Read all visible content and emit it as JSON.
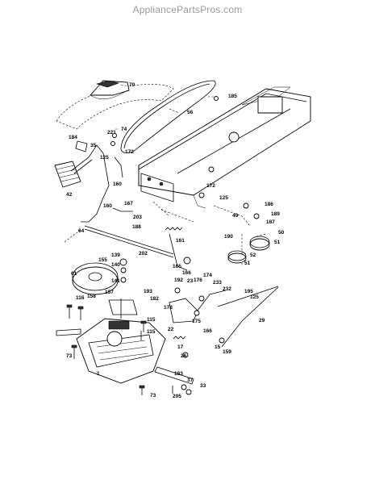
{
  "watermark": "AppliancePartsPros.com",
  "callouts": [
    {
      "n": "70"
    },
    {
      "n": "185"
    },
    {
      "n": "56"
    },
    {
      "n": "74"
    },
    {
      "n": "184"
    },
    {
      "n": "35"
    },
    {
      "n": "172"
    },
    {
      "n": "125"
    },
    {
      "n": "221"
    },
    {
      "n": "42"
    },
    {
      "n": "160"
    },
    {
      "n": "167"
    },
    {
      "n": "160"
    },
    {
      "n": "172"
    },
    {
      "n": "125"
    },
    {
      "n": "188"
    },
    {
      "n": "203"
    },
    {
      "n": "64"
    },
    {
      "n": "49"
    },
    {
      "n": "186"
    },
    {
      "n": "189"
    },
    {
      "n": "187"
    },
    {
      "n": "190"
    },
    {
      "n": "50"
    },
    {
      "n": "51"
    },
    {
      "n": "52"
    },
    {
      "n": "51"
    },
    {
      "n": "161"
    },
    {
      "n": "155"
    },
    {
      "n": "139"
    },
    {
      "n": "202"
    },
    {
      "n": "140"
    },
    {
      "n": "165"
    },
    {
      "n": "61"
    },
    {
      "n": "166"
    },
    {
      "n": "141"
    },
    {
      "n": "23"
    },
    {
      "n": "174"
    },
    {
      "n": "192"
    },
    {
      "n": "176"
    },
    {
      "n": "233"
    },
    {
      "n": "232"
    },
    {
      "n": "193"
    },
    {
      "n": "157"
    },
    {
      "n": "158"
    },
    {
      "n": "182"
    },
    {
      "n": "195"
    },
    {
      "n": "125"
    },
    {
      "n": "116"
    },
    {
      "n": "178"
    },
    {
      "n": "22"
    },
    {
      "n": "175"
    },
    {
      "n": "29"
    },
    {
      "n": "115"
    },
    {
      "n": "166"
    },
    {
      "n": "115"
    },
    {
      "n": "17"
    },
    {
      "n": "15"
    },
    {
      "n": "159"
    },
    {
      "n": "73"
    },
    {
      "n": "26"
    },
    {
      "n": "1"
    },
    {
      "n": "183"
    },
    {
      "n": "37"
    },
    {
      "n": "33"
    },
    {
      "n": "73"
    },
    {
      "n": "205"
    }
  ]
}
